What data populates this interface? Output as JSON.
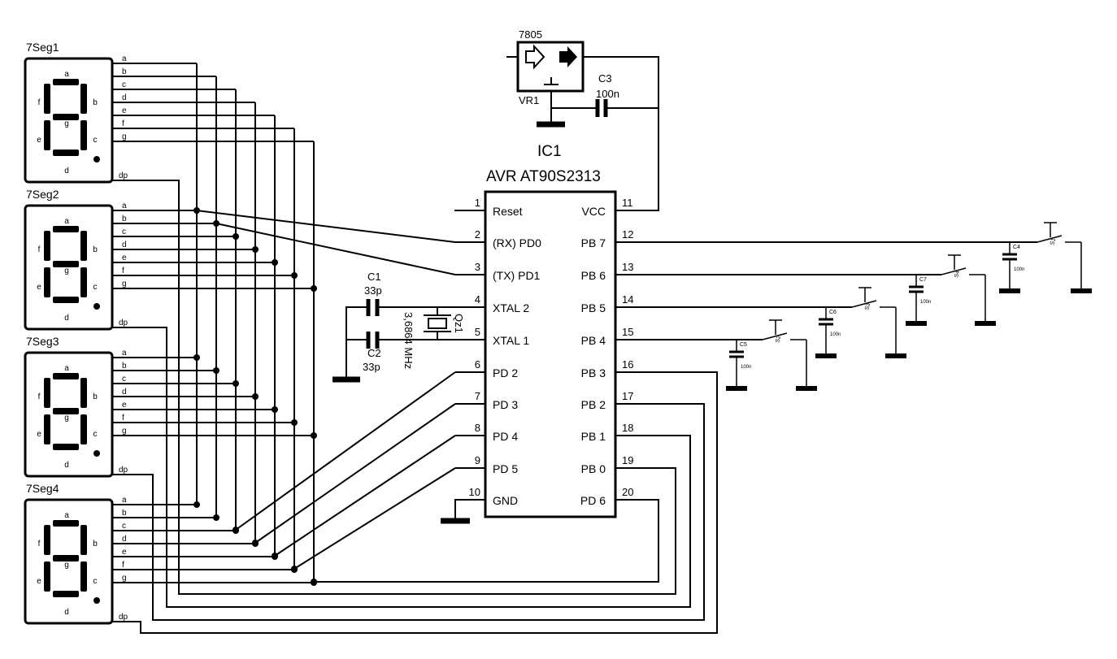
{
  "displays": [
    {
      "label": "7Seg1",
      "pins": [
        "a",
        "b",
        "c",
        "d",
        "e",
        "f",
        "g"
      ],
      "dp": "dp",
      "seg_labels": [
        "a",
        "b",
        "c",
        "d",
        "e",
        "f",
        "g"
      ]
    },
    {
      "label": "7Seg2",
      "pins": [
        "a",
        "b",
        "c",
        "d",
        "e",
        "f",
        "g"
      ],
      "dp": "dp",
      "seg_labels": [
        "a",
        "b",
        "c",
        "d",
        "e",
        "f",
        "g"
      ]
    },
    {
      "label": "7Seg3",
      "pins": [
        "a",
        "b",
        "c",
        "d",
        "e",
        "f",
        "g"
      ],
      "dp": "dp",
      "seg_labels": [
        "a",
        "b",
        "c",
        "d",
        "e",
        "f",
        "g"
      ]
    },
    {
      "label": "7Seg4",
      "pins": [
        "a",
        "b",
        "c",
        "d",
        "e",
        "f",
        "g"
      ],
      "dp": "dp",
      "seg_labels": [
        "a",
        "b",
        "c",
        "d",
        "e",
        "f",
        "g"
      ]
    }
  ],
  "ic": {
    "ref": "IC1",
    "name": "AVR AT90S2313",
    "left_pins": [
      {
        "num": "1",
        "name": "Reset"
      },
      {
        "num": "2",
        "name": "(RX) PD0"
      },
      {
        "num": "3",
        "name": "(TX) PD1"
      },
      {
        "num": "4",
        "name": "XTAL 2"
      },
      {
        "num": "5",
        "name": "XTAL 1"
      },
      {
        "num": "6",
        "name": "PD 2"
      },
      {
        "num": "7",
        "name": "PD 3"
      },
      {
        "num": "8",
        "name": "PD 4"
      },
      {
        "num": "9",
        "name": "PD 5"
      },
      {
        "num": "10",
        "name": "GND"
      }
    ],
    "right_pins": [
      {
        "num": "11",
        "name": "VCC"
      },
      {
        "num": "12",
        "name": "PB 7"
      },
      {
        "num": "13",
        "name": "PB 6"
      },
      {
        "num": "14",
        "name": "PB 5"
      },
      {
        "num": "15",
        "name": "PB 4"
      },
      {
        "num": "16",
        "name": "PB 3"
      },
      {
        "num": "17",
        "name": "PB 2"
      },
      {
        "num": "18",
        "name": "PB 1"
      },
      {
        "num": "19",
        "name": "PB 0"
      },
      {
        "num": "20",
        "name": "PD 6"
      }
    ]
  },
  "regulator": {
    "part": "7805",
    "ref": "VR1"
  },
  "c3": {
    "ref": "C3",
    "value": "100n"
  },
  "c1": {
    "ref": "C1",
    "value": "33p"
  },
  "c2": {
    "ref": "C2",
    "value": "33p"
  },
  "crystal": {
    "ref": "Qz1",
    "value": "3,6864 MHz"
  },
  "switches": [
    {
      "label": "S1",
      "cap_ref": "C4",
      "cap_value": "100n"
    },
    {
      "label": "S4",
      "cap_ref": "C7",
      "cap_value": "100n"
    },
    {
      "label": "S3",
      "cap_ref": "C6",
      "cap_value": "100n"
    },
    {
      "label": "S2",
      "cap_ref": "C5",
      "cap_value": "100n"
    }
  ]
}
